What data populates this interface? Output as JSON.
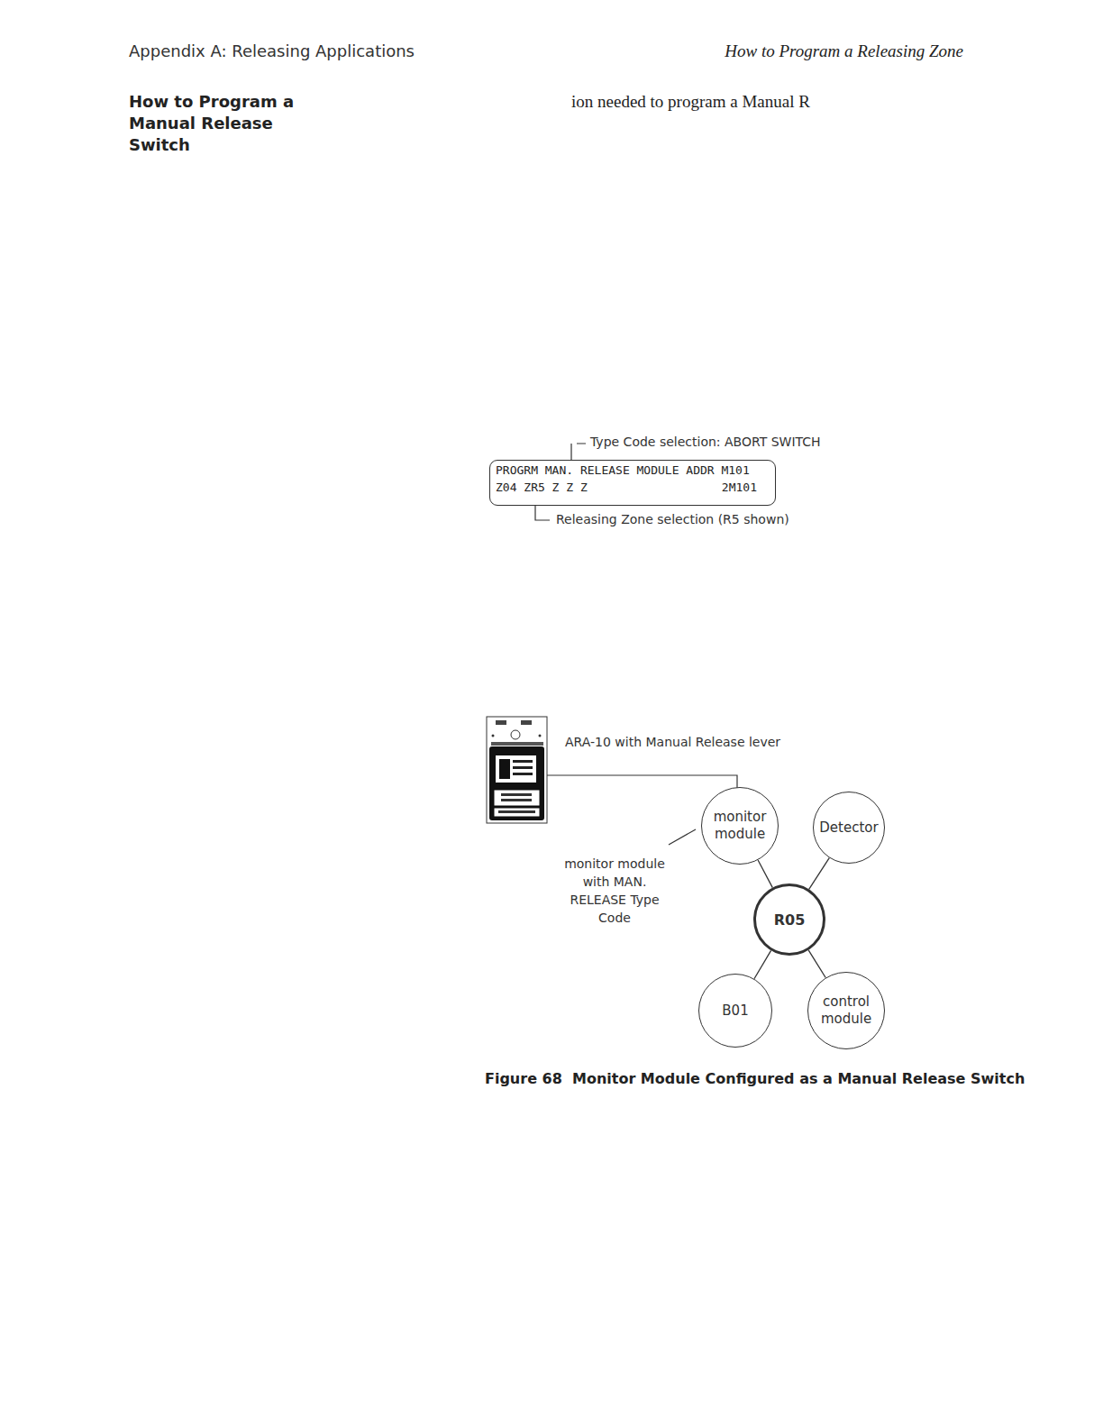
{
  "diagram": {
    "title": "How to Program a Manual Release Switch",
    "caption": "Figure 68  Monitor Module Configured as a Manual Release Switch",
    "nodes": [
      {
        "text": [
          "PROGRM MAN. RELEASE MODULE ADDR M101",
          "Z04 ZR5 Z Z Z",
          "2M101"
        ]
      },
      {
        "text": [
          "monitor module"
        ]
      },
      {
        "text": [
          "Detector"
        ]
      },
      {
        "text": [
          "R05"
        ]
      },
      {
        "text": [
          "B01"
        ]
      },
      {
        "text": [
          "control module"
        ]
      }
    ],
    "edges": [
      {
        "from": 1,
        "to": 3,
        "arrow": "none"
      },
      {
        "from": 2,
        "to": 3,
        "arrow": "none"
      },
      {
        "from": 4,
        "to": 3,
        "arrow": "none"
      },
      {
        "from": 5,
        "to": 3,
        "arrow": "none"
      }
    ],
    "labels": [
      "Appendix A: Releasing Applications",
      "How to Program a Releasing Zone",
      "ion needed to program a Manual R",
      "Type Code selection: ABORT SWITCH",
      "Releasing Zone selection (R5 shown)",
      "ARA-10 with Manual Release lever",
      "monitor module with MAN. RELEASE Type Code"
    ]
  }
}
